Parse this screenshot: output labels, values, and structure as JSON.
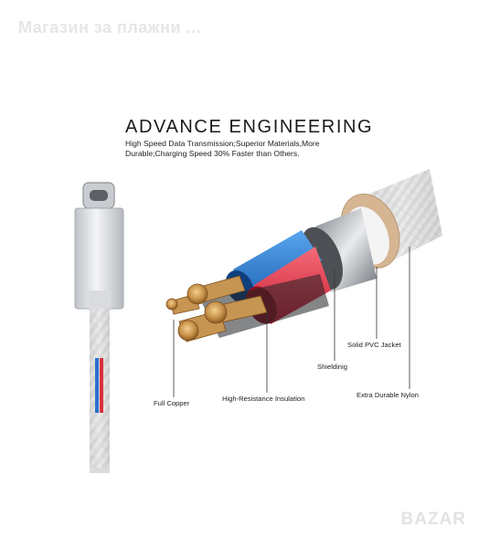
{
  "watermark": "Магазин за плажни ...",
  "headline": "ADVANCE ENGINEERING",
  "subtitle_line1": "High Speed Data Transmission;Superior Materials,More",
  "subtitle_line2": "Durable;Charging Speed 30% Faster than Others.",
  "labels": {
    "full_copper": "Full Copper",
    "high_resistance": "High-Resistance Insulation",
    "shielding": "Shieldinig",
    "solid_pvc": "Solid PVC Jacket",
    "durable_nylon": "Extra Durable Nylon"
  },
  "logo_text": "BAZAR",
  "colors": {
    "blue_wire": "#2a7fd4",
    "red_wire": "#e5364a",
    "copper": "#c8924a",
    "braid": "#d8d8d8"
  }
}
